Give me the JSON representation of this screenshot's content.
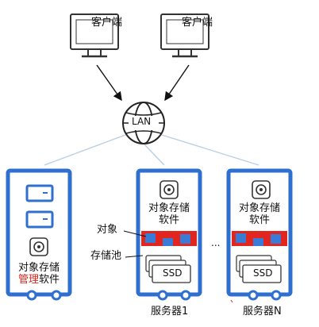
{
  "clients": [
    {
      "label": "客户端"
    },
    {
      "label": "客户端"
    }
  ],
  "network": {
    "label": "LAN"
  },
  "management_node": {
    "label_line1": "对象存储",
    "label_line2_red": "管理",
    "label_line2_rest": "软件"
  },
  "servers": [
    {
      "software_line1": "对象存储",
      "software_line2": "软件",
      "ssd_label": "SSD",
      "name": "服务器1"
    },
    {
      "software_line1": "对象存储",
      "software_line2": "软件",
      "ssd_label": "SSD",
      "name": "服务器N"
    }
  ],
  "callouts": {
    "object": "对象",
    "pool": "存储池"
  },
  "ellipsis": "...",
  "colors": {
    "frame_blue": "#2f6fcf",
    "red_band": "#e0261f",
    "object_blue": "#3a7bd5",
    "accent_red": "#d9261c"
  }
}
